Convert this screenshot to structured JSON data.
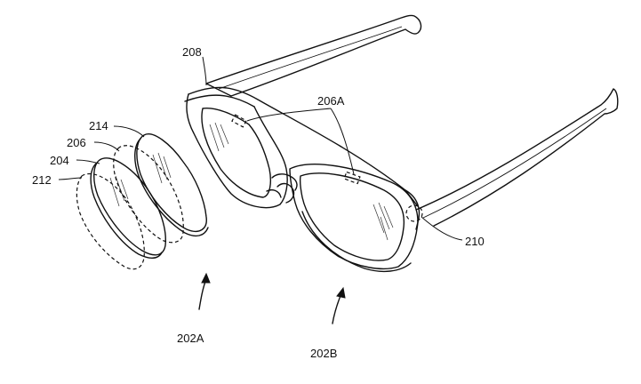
{
  "labels": {
    "frame_ref": "208",
    "camera_ref": "206A",
    "sensor_ref": "210",
    "lens_outer_ref": "214",
    "lens_middle_ref": "206",
    "lens_inner_ref": "204",
    "lens_back_ref": "212",
    "view_a_ref": "202A",
    "view_b_ref": "202B"
  }
}
